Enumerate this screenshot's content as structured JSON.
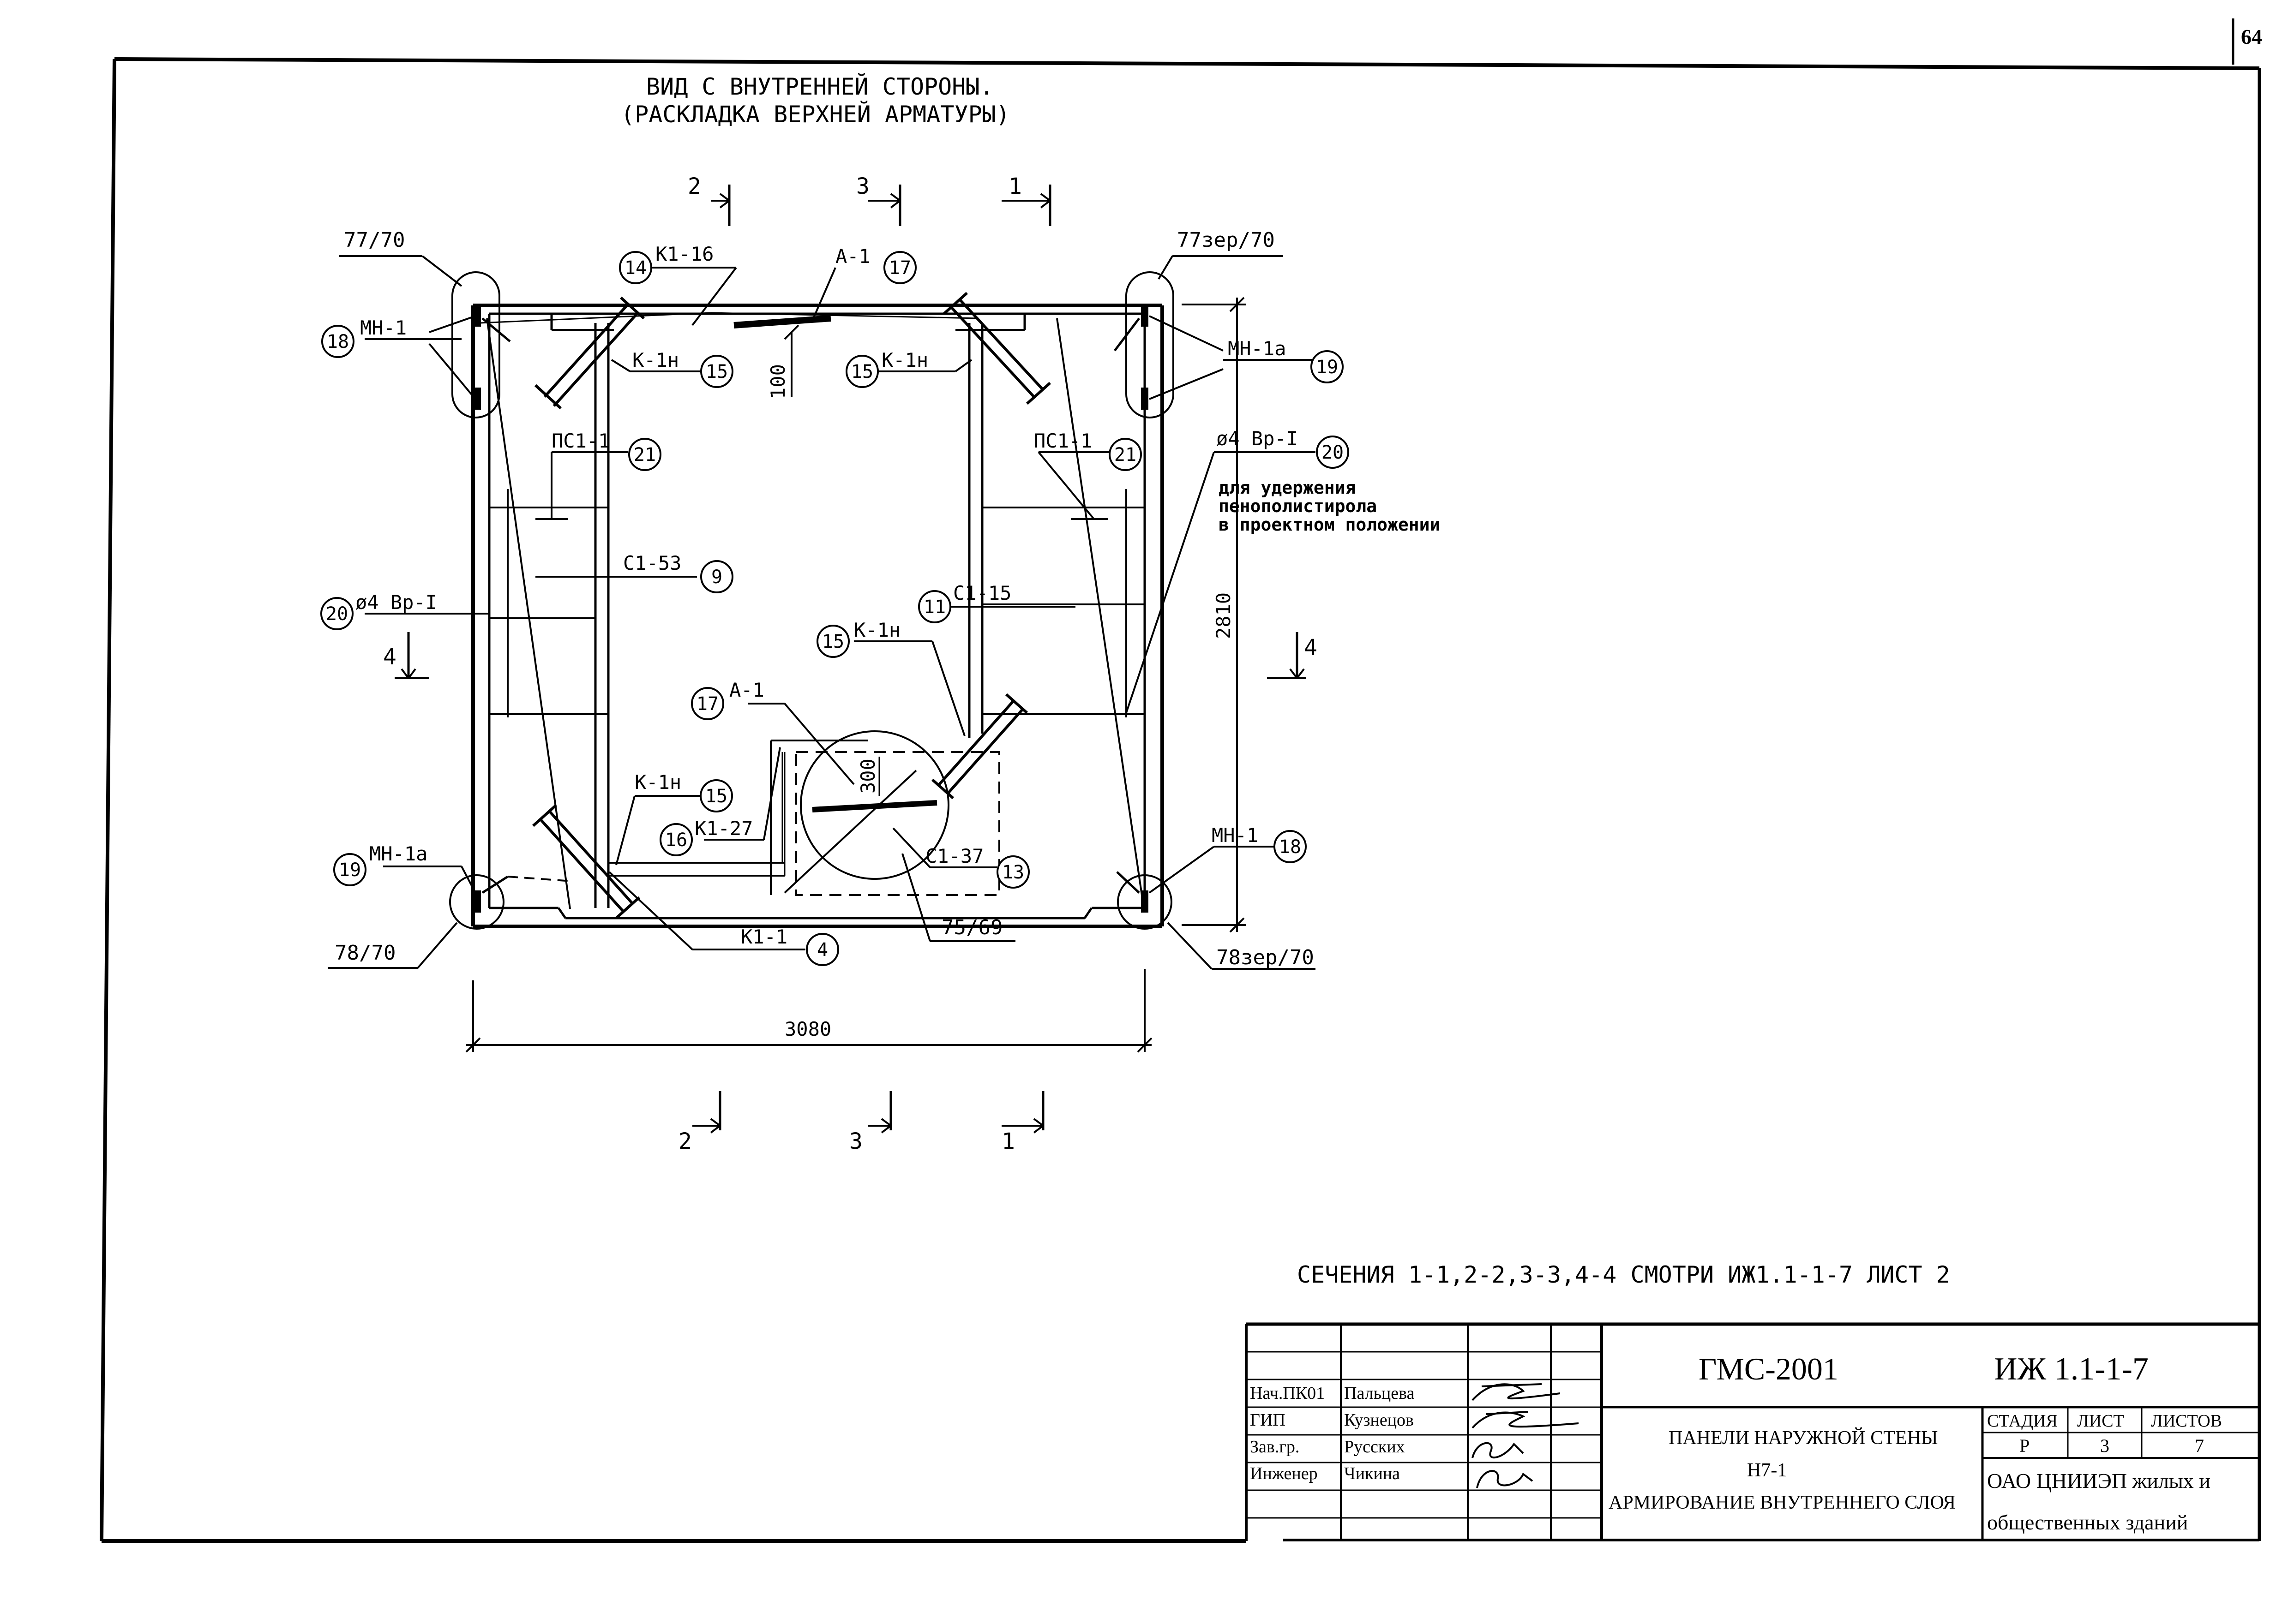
{
  "sheet": {
    "page_number": "64"
  },
  "drawing": {
    "title_line1": "ВИД С ВНУТРЕННЕЙ СТОРОНЫ.",
    "title_line2": "(РАСКЛАДКА ВЕРХНЕЙ АРМАТУРЫ)",
    "note": "СЕЧЕНИЯ 1-1,2-2,3-3,4-4 СМОТРИ  ИЖ1.1-1-7 ЛИСТ 2",
    "dimensions": {
      "width": "3080",
      "height": "2810",
      "top_offset": "100",
      "opening_offset": "300"
    },
    "section_marks": {
      "s1": "1",
      "s2": "2",
      "s3": "3",
      "s4": "4"
    },
    "corner_labels": {
      "top_left": "77/70",
      "top_right": "77зер/70",
      "bottom_left": "78/70",
      "bottom_right": "78зер/70",
      "center": "75/69"
    },
    "callouts": {
      "k1_16": {
        "num": "14",
        "label": "К1-16"
      },
      "a1_top": {
        "num": "17",
        "label": "А-1"
      },
      "k1n_top_left": {
        "num": "15",
        "label": "К-1н"
      },
      "k1n_top_right": {
        "num": "15",
        "label": "К-1н"
      },
      "mn1_top_left": {
        "num": "18",
        "label": "МН-1"
      },
      "mn1a_top_right": {
        "num": "19",
        "label": "МН-1а"
      },
      "ps1_left": {
        "num": "21",
        "label": "ПС1-1"
      },
      "ps1_right": {
        "num": "21",
        "label": "ПС1-1"
      },
      "wire_right": {
        "num": "20",
        "label": "ø4 Вр-I"
      },
      "wire_left": {
        "num": "20",
        "label": "ø4 Вр-I"
      },
      "c1_53": {
        "num": "9",
        "label": "С1-53"
      },
      "c1_15": {
        "num": "11",
        "label": "С1-15"
      },
      "k1n_mid": {
        "num": "15",
        "label": "К-1н"
      },
      "a1_mid": {
        "num": "17",
        "label": "А-1"
      },
      "k1n_bottom": {
        "num": "15",
        "label": "К-1н"
      },
      "k1_27": {
        "num": "16",
        "label": "К1-27"
      },
      "mn1a_bottom_left": {
        "num": "19",
        "label": "МН-1а"
      },
      "mn1_bottom_right": {
        "num": "18",
        "label": "МН-1"
      },
      "c1_37": {
        "num": "13",
        "label": "С1-37"
      },
      "k1_1": {
        "num": "4",
        "label": "К1-1"
      }
    },
    "wire_note": [
      "для удержения",
      "пенополистирола",
      "в проектном положении"
    ]
  },
  "title_block": {
    "org_code": "ГМС-2001",
    "doc_code": "ИЖ 1.1-1-7",
    "name_line1": "ПАНЕЛИ НАРУЖНОЙ СТЕНЫ",
    "name_line2": "Н7-1",
    "name_line3": "АРМИРОВАНИЕ ВНУТРЕННЕГО СЛОЯ",
    "stage_header": "СТАДИЯ",
    "sheet_header": "ЛИСТ",
    "sheets_header": "ЛИСТОВ",
    "stage": "Р",
    "sheet": "3",
    "sheets": "7",
    "org_line1": "ОАО ЦНИИЭП жилых и",
    "org_line2": "общественных зданий",
    "people": [
      {
        "role": "Нач.ПК01",
        "name": "Пальцева"
      },
      {
        "role": "ГИП",
        "name": "Кузнецов"
      },
      {
        "role": "Зав.гр.",
        "name": "Русских"
      },
      {
        "role": "Инженер",
        "name": "Чикина"
      }
    ]
  }
}
